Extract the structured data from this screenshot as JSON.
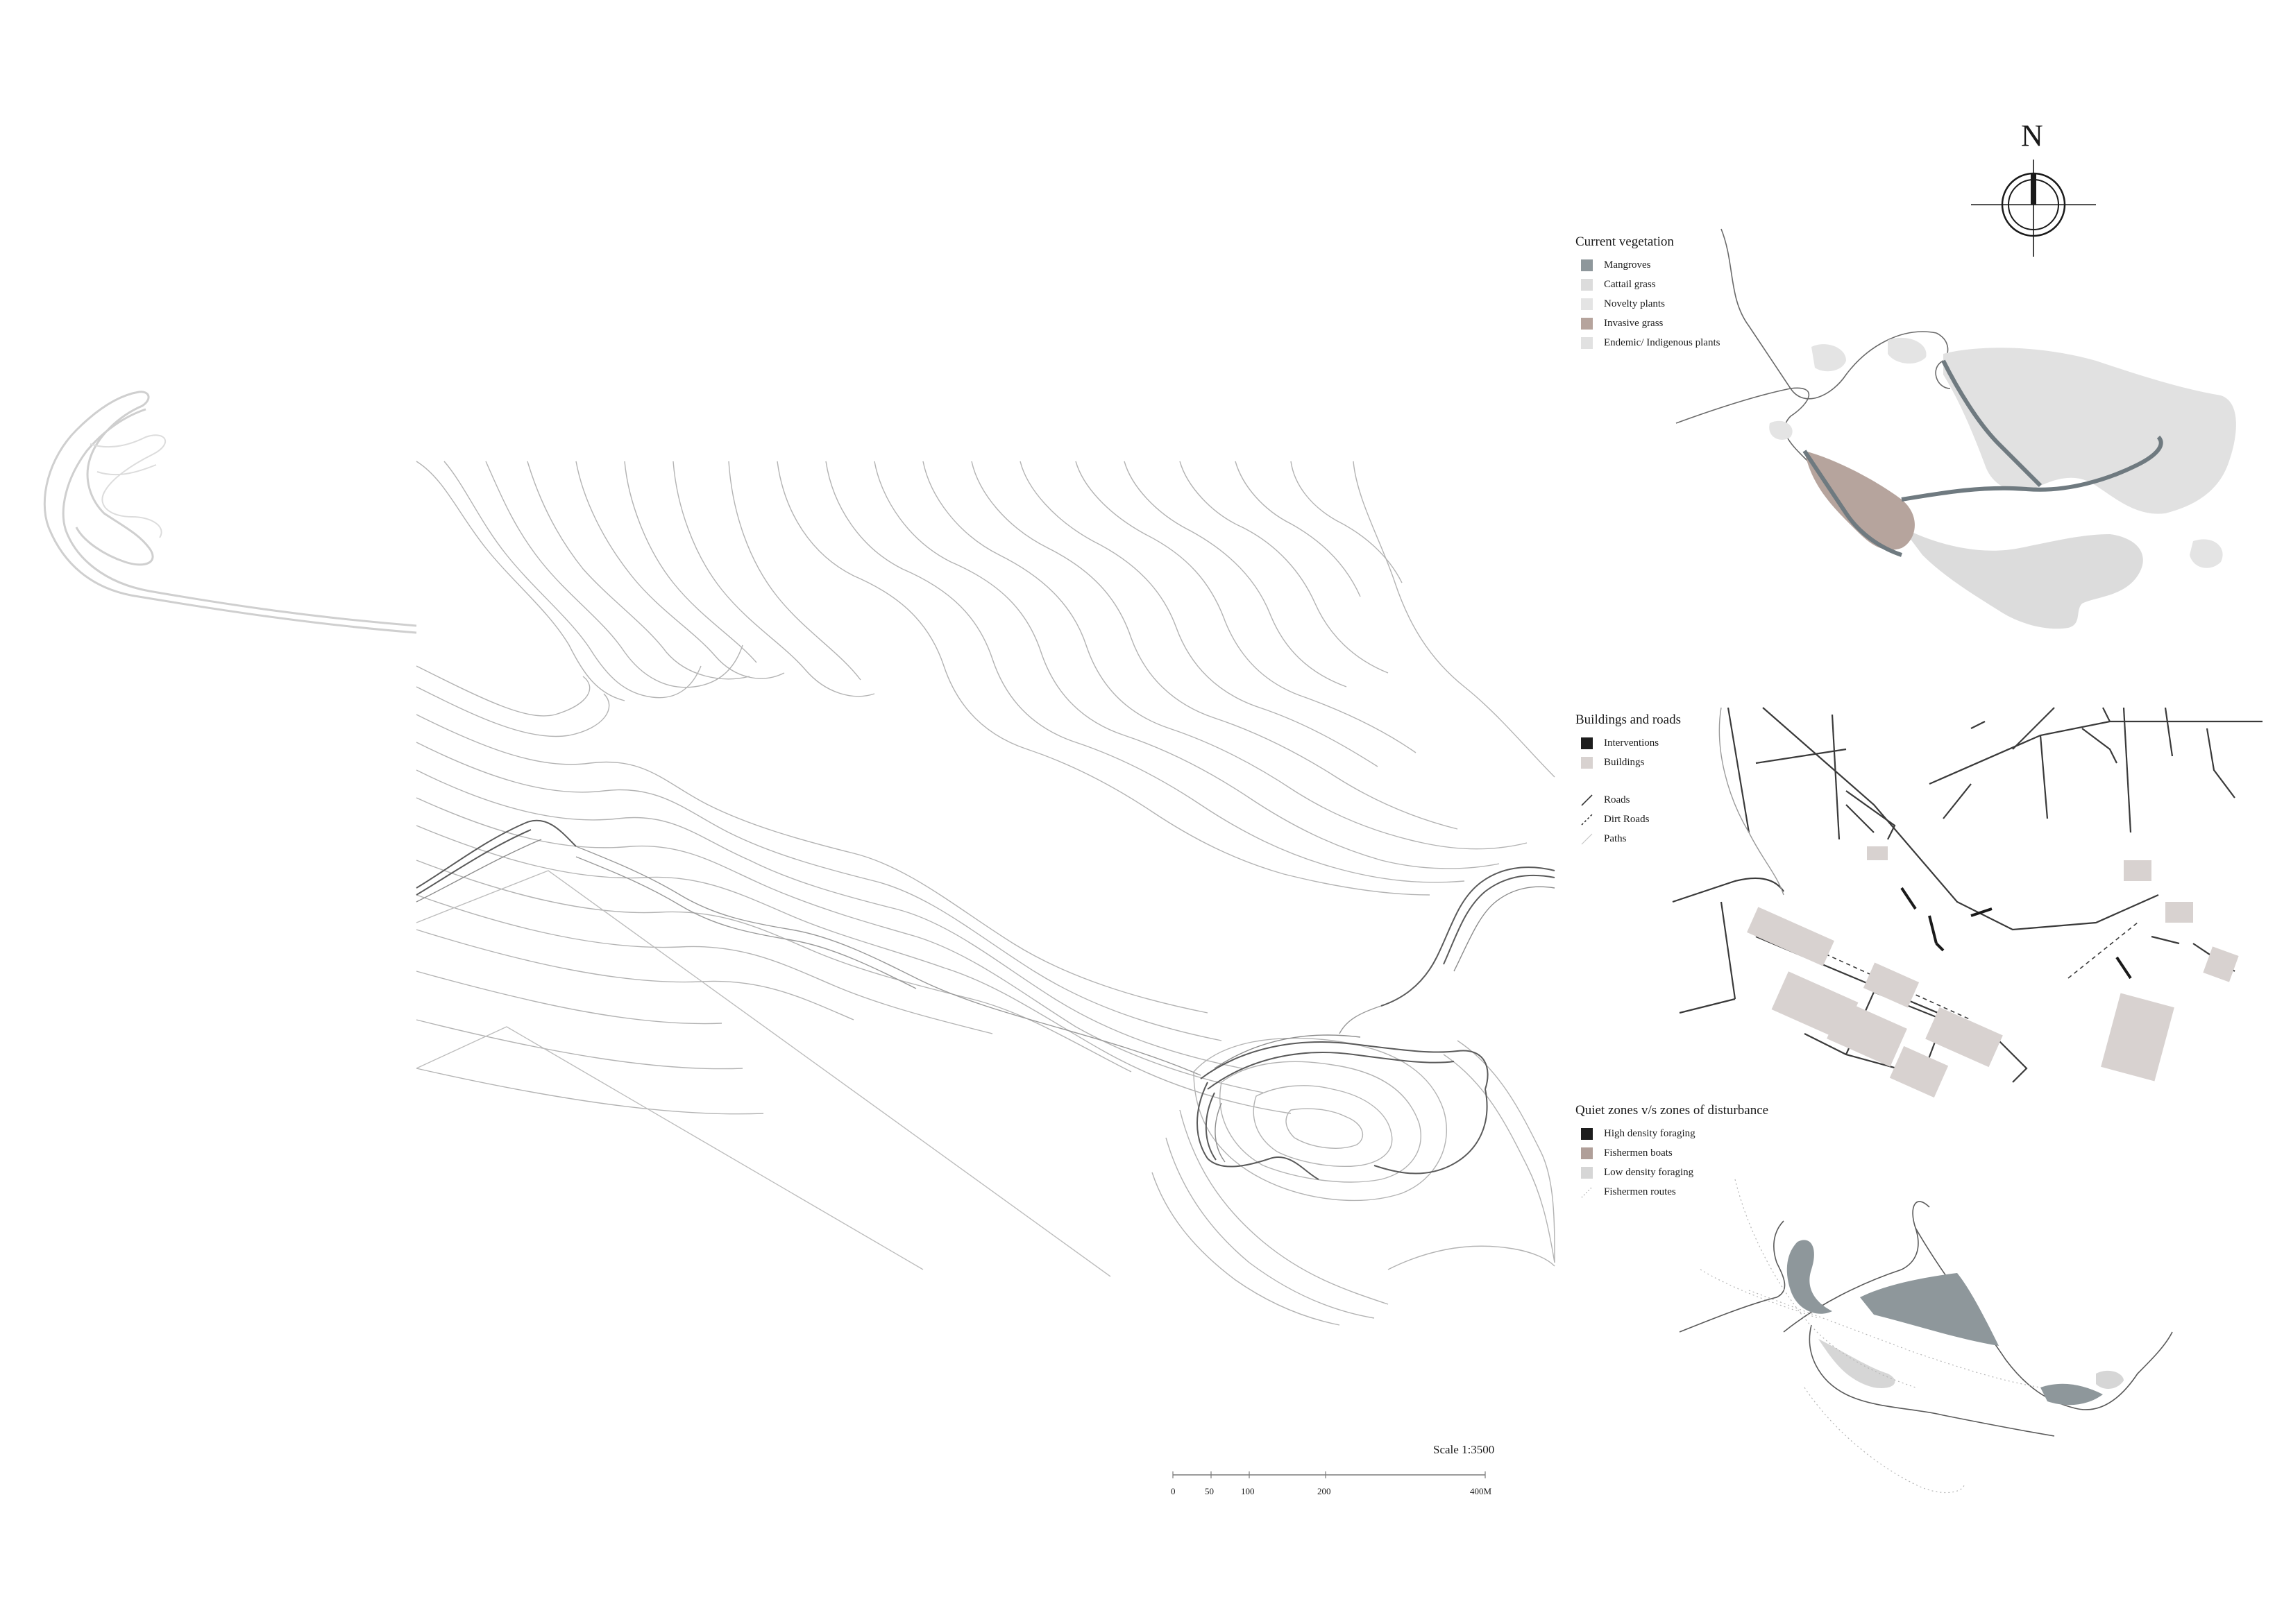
{
  "north": {
    "label": "N"
  },
  "scale": {
    "title": "Scale 1:3500",
    "ticks": [
      "0",
      "50",
      "100",
      "200",
      "400M"
    ]
  },
  "legends": {
    "vegetation": {
      "title": "Current vegetation",
      "items": [
        {
          "label": "Mangroves",
          "color": "#8e979b"
        },
        {
          "label": "Cattail grass",
          "color": "#dcdcdc"
        },
        {
          "label": "Novelty plants",
          "color": "#e4e4e4"
        },
        {
          "label": "Invasive grass",
          "color": "#b6a49d"
        },
        {
          "label": "Endemic/ Indigenous plants",
          "color": "#e1e1e1"
        }
      ]
    },
    "buildings": {
      "title": "Buildings and roads",
      "fills": [
        {
          "label": "Interventions",
          "color": "#1d1d1d"
        },
        {
          "label": "Buildings",
          "color": "#d8d2d0"
        }
      ],
      "lines": [
        {
          "label": "Roads",
          "style": "solid"
        },
        {
          "label": "Dirt Roads",
          "style": "dashed"
        },
        {
          "label": "Paths",
          "style": "light"
        }
      ]
    },
    "zones": {
      "title": "Quiet zones v/s zones of disturbance",
      "items": [
        {
          "label": "High density foraging",
          "color": "#1d1d1d"
        },
        {
          "label": "Fishermen boats",
          "color": "#b09f99"
        },
        {
          "label": "Low density foraging",
          "color": "#d6d6d6"
        }
      ],
      "lines": [
        {
          "label": "Fishermen routes",
          "style": "dotted"
        }
      ]
    }
  }
}
